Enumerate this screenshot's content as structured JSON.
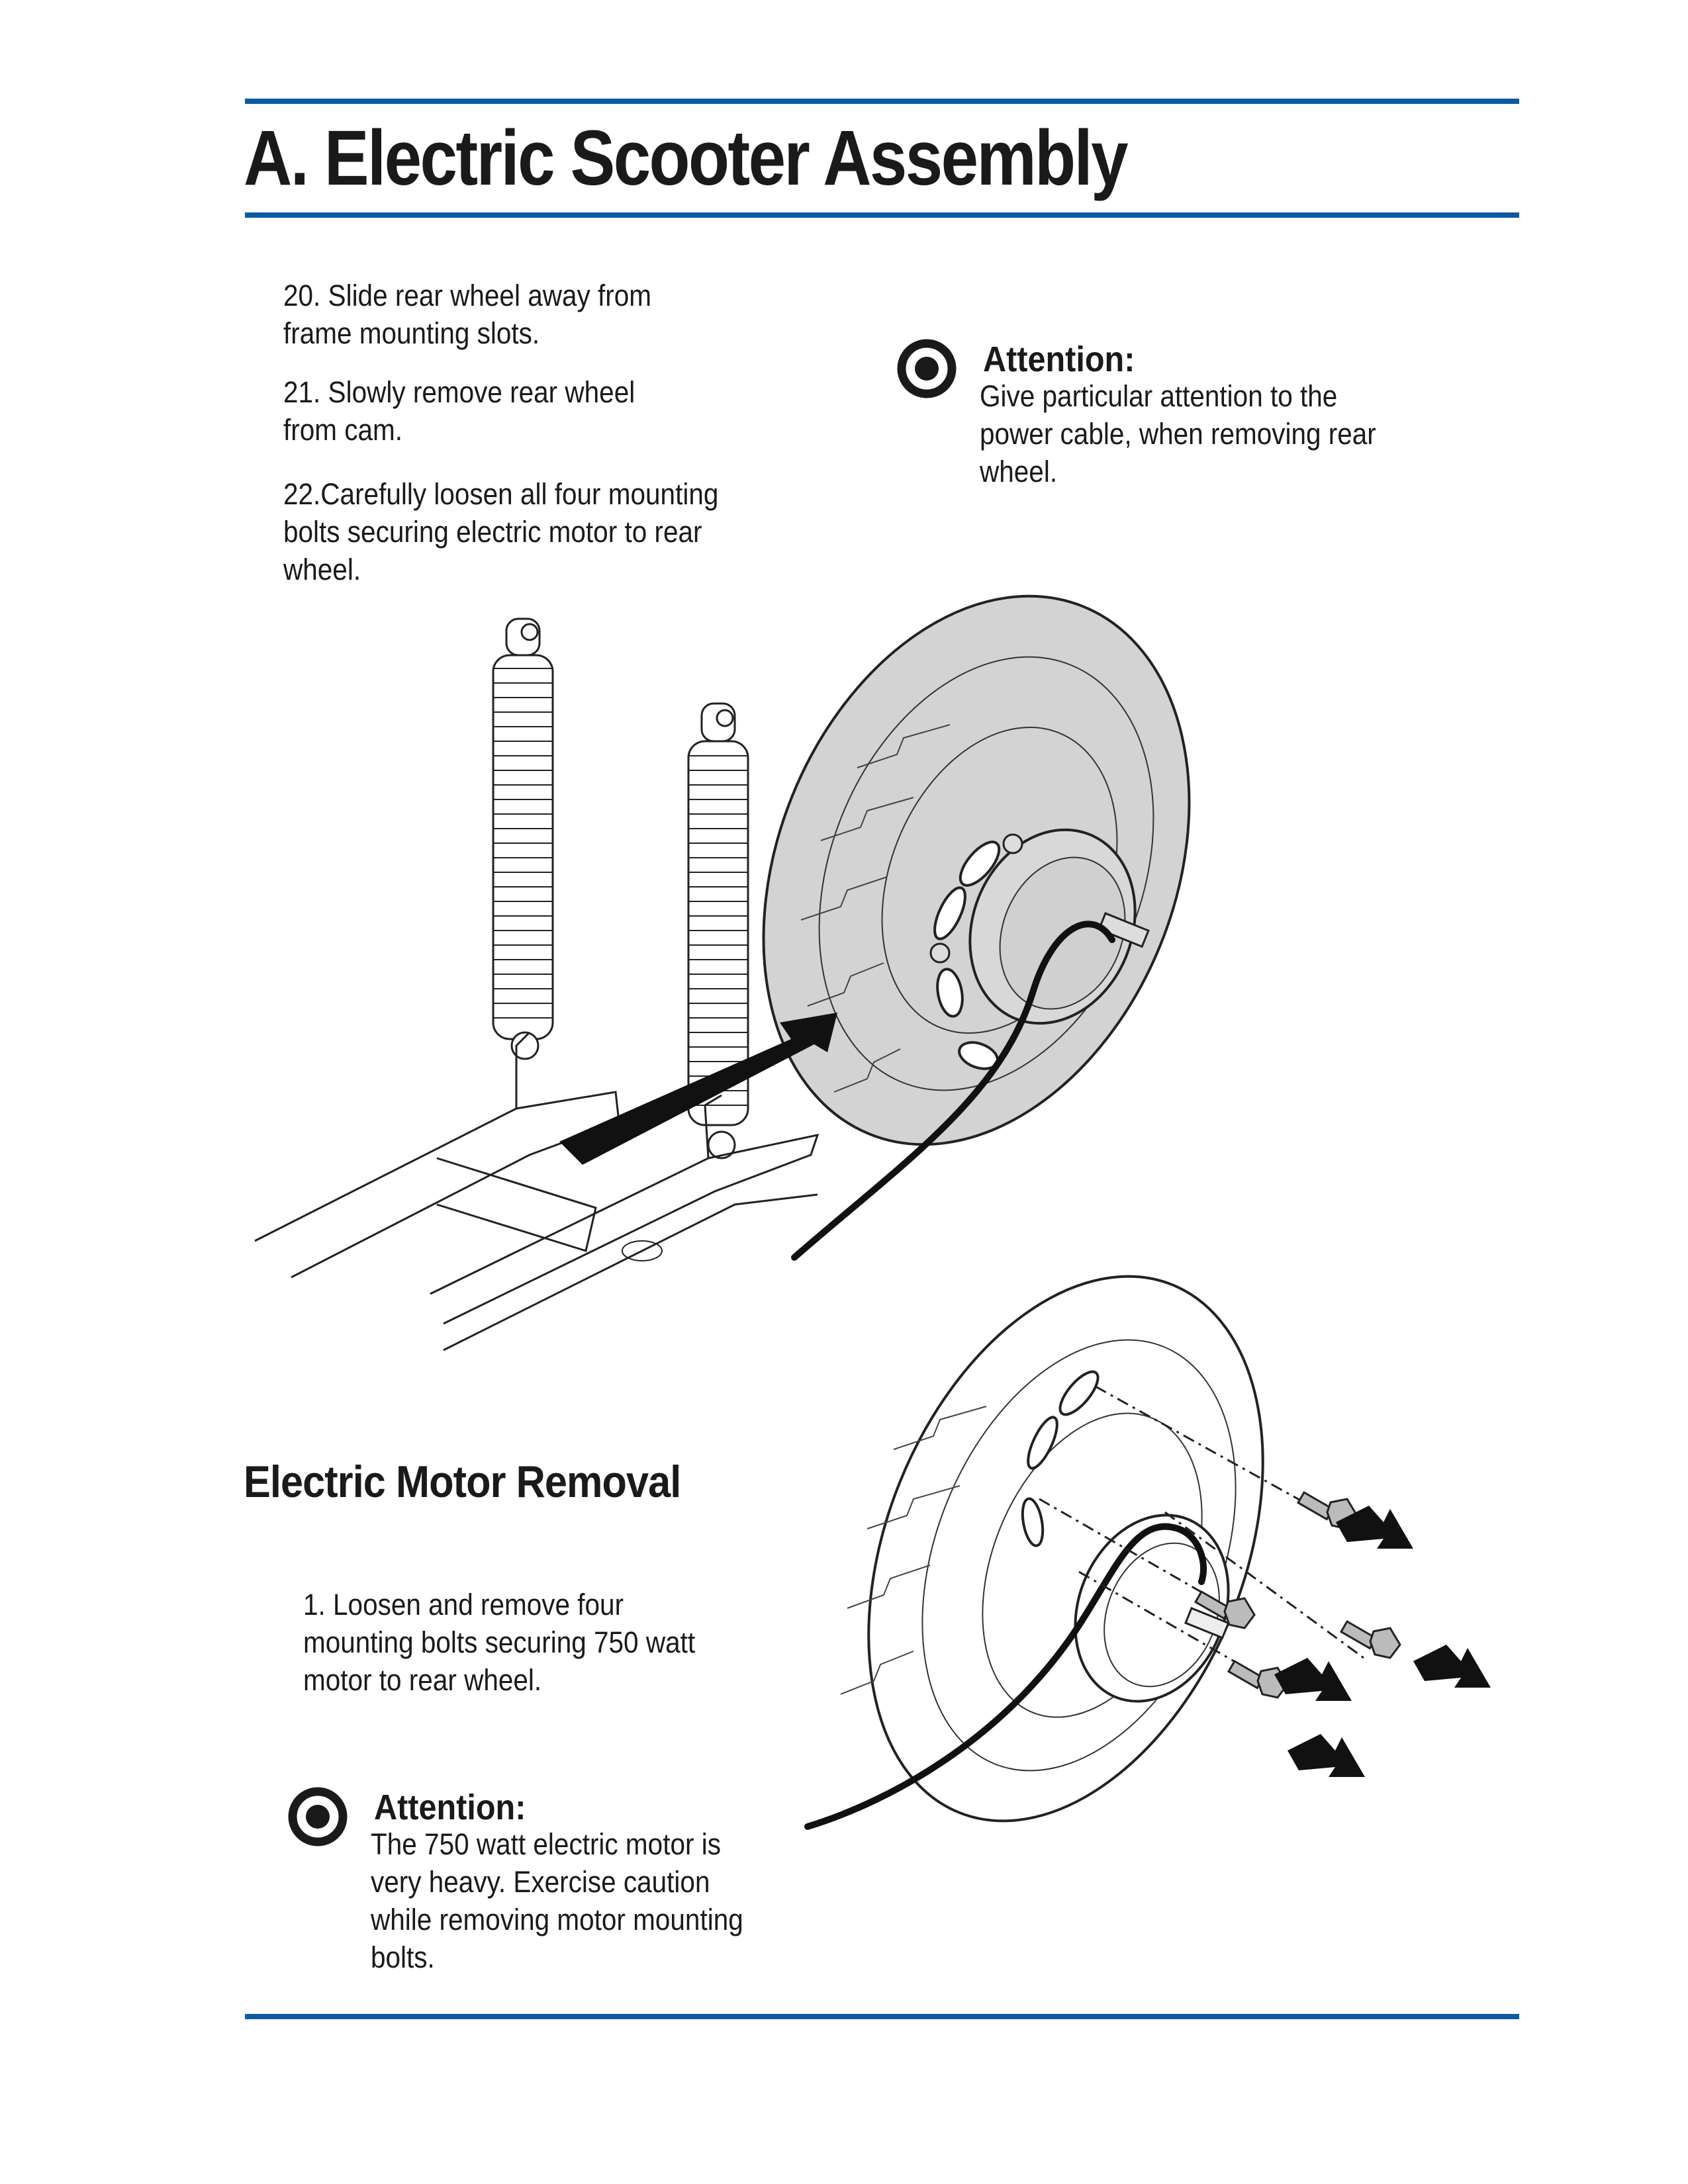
{
  "page": {
    "title": "A. Electric Scooter Assembly",
    "accent_color": "#0c5aa6"
  },
  "steps_top": [
    {
      "number": "20.",
      "text": "20. Slide rear wheel away from frame mounting slots."
    },
    {
      "number": "21.",
      "text": "21. Slowly remove rear wheel from cam."
    },
    {
      "number": "22.",
      "text": "22.Carefully loosen all four mounting bolts securing electric motor to rear wheel."
    }
  ],
  "attention_1": {
    "icon": "target-icon",
    "heading": "Attention:",
    "body": "Give particular attention to the power cable, when removing rear wheel."
  },
  "section": {
    "heading": "Electric Motor Removal"
  },
  "steps_bottom": [
    {
      "number": "1.",
      "text": "1. Loosen and remove four mounting bolts securing 750 watt motor to rear wheel."
    }
  ],
  "attention_2": {
    "icon": "target-icon",
    "heading": "Attention:",
    "body": "The 750 watt electric motor is very heavy.  Exercise caution while removing motor mounting bolts."
  },
  "figures": {
    "figure_1": "rear-wheel-removal-illustration",
    "figure_2": "motor-bolt-removal-illustration"
  }
}
